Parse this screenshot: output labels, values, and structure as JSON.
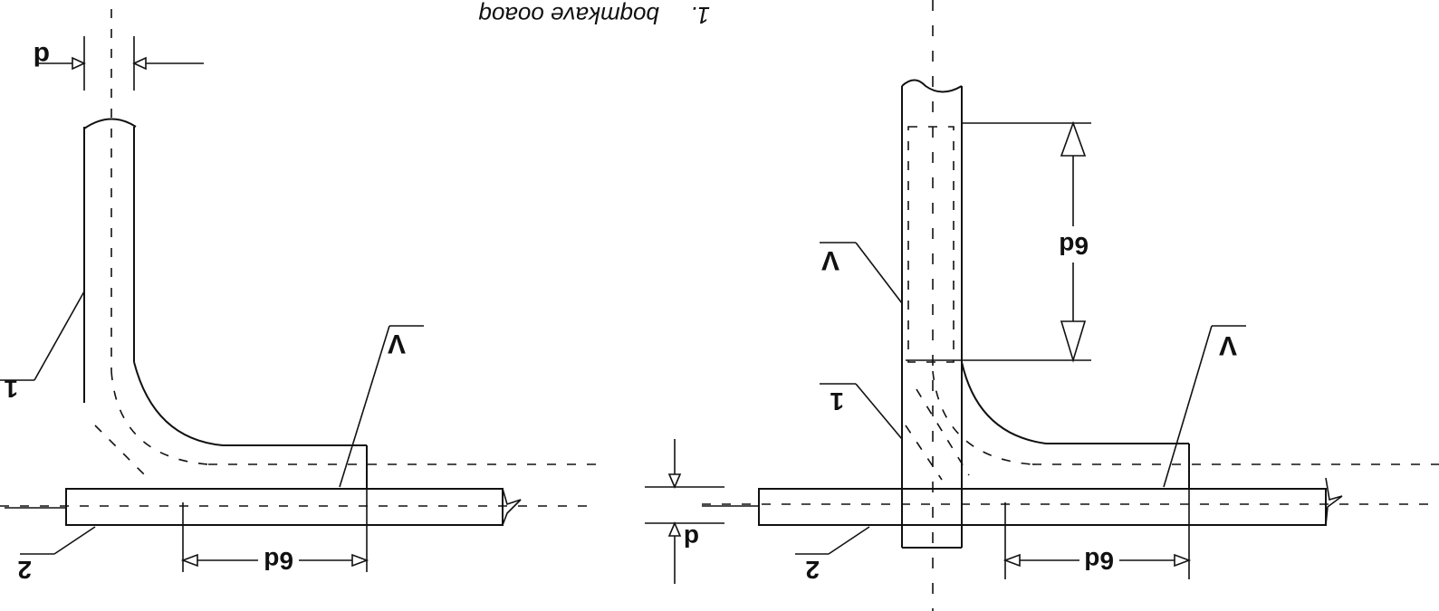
{
  "caption": {
    "number": "1.",
    "text": "boqmkave ooaoq"
  },
  "left_detail": {
    "bar_label": "1",
    "plate_label": "2",
    "weld_label": "V",
    "dim_diameter": "d",
    "dim_length": "6d"
  },
  "middle": {
    "dim_thickness": "d"
  },
  "right_detail": {
    "bar_label": "1",
    "plate_label": "2",
    "weld_label_top": "V",
    "weld_label_bottom": "V",
    "dim_length_vertical": "6d",
    "dim_length_horizontal": "6d"
  }
}
